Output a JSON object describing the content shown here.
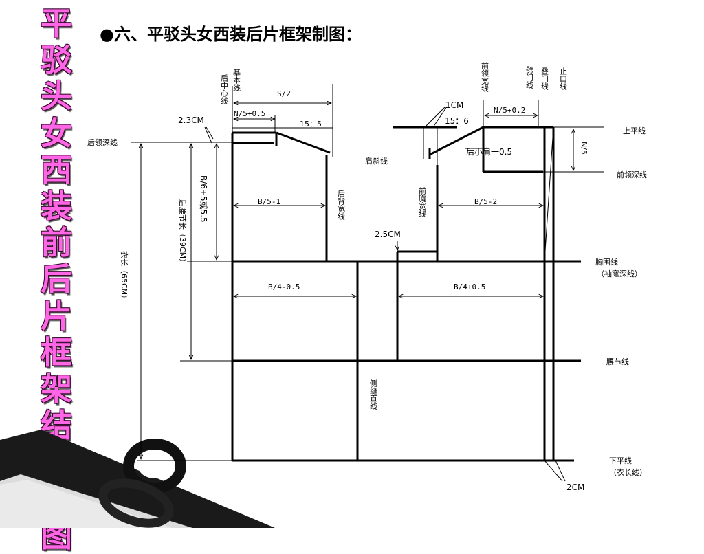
{
  "vertical_title": "平驳头女西装前后片框架结构制图",
  "heading": "●六、平驳头女西装后片框架制图：",
  "labels": {
    "back_center_line": "后中心线",
    "base_line": "基本线",
    "s_half": "S/2",
    "n5_plus_05": "N/5+0.5",
    "cm23": "2.3CM",
    "ratio_back": "15：5",
    "back_neck_depth": "后领深线",
    "cm1": "1CM",
    "ratio_front": "15：6",
    "front_neck_width_line": "前领宽线",
    "placket_line": "劈门线",
    "overlap_line": "叠门线",
    "stop_line": "止口线",
    "n5_plus_02": "N/5+0.2",
    "n5": "N/5",
    "upper_flat_line": "上平线",
    "front_neck_depth": "前领深线",
    "shoulder_slope": "肩斜线",
    "back_small_shoulder": "后小肩一0.5",
    "b6_plus": "B/6+5或5.5",
    "back_waist_length": "后腰节长（39CM）",
    "garment_length": "衣长（65CM）",
    "b5_minus_1": "B/5-1",
    "back_width_line": "后背宽线",
    "front_chest_width_line": "前胸宽线",
    "b5_minus_2": "B/5-2",
    "cm25": "2.5CM",
    "chest_line": "胸围线",
    "armhole_depth_line": "（袖窿深线）",
    "b4_minus_05": "B/4-0.5",
    "b4_plus_05": "B/4+0.5",
    "waist_line": "腰节线",
    "side_seam_line": "侧缝直线",
    "lower_flat_line": "下平线",
    "hem_line": "（衣长线）",
    "cm2": "2CM"
  }
}
